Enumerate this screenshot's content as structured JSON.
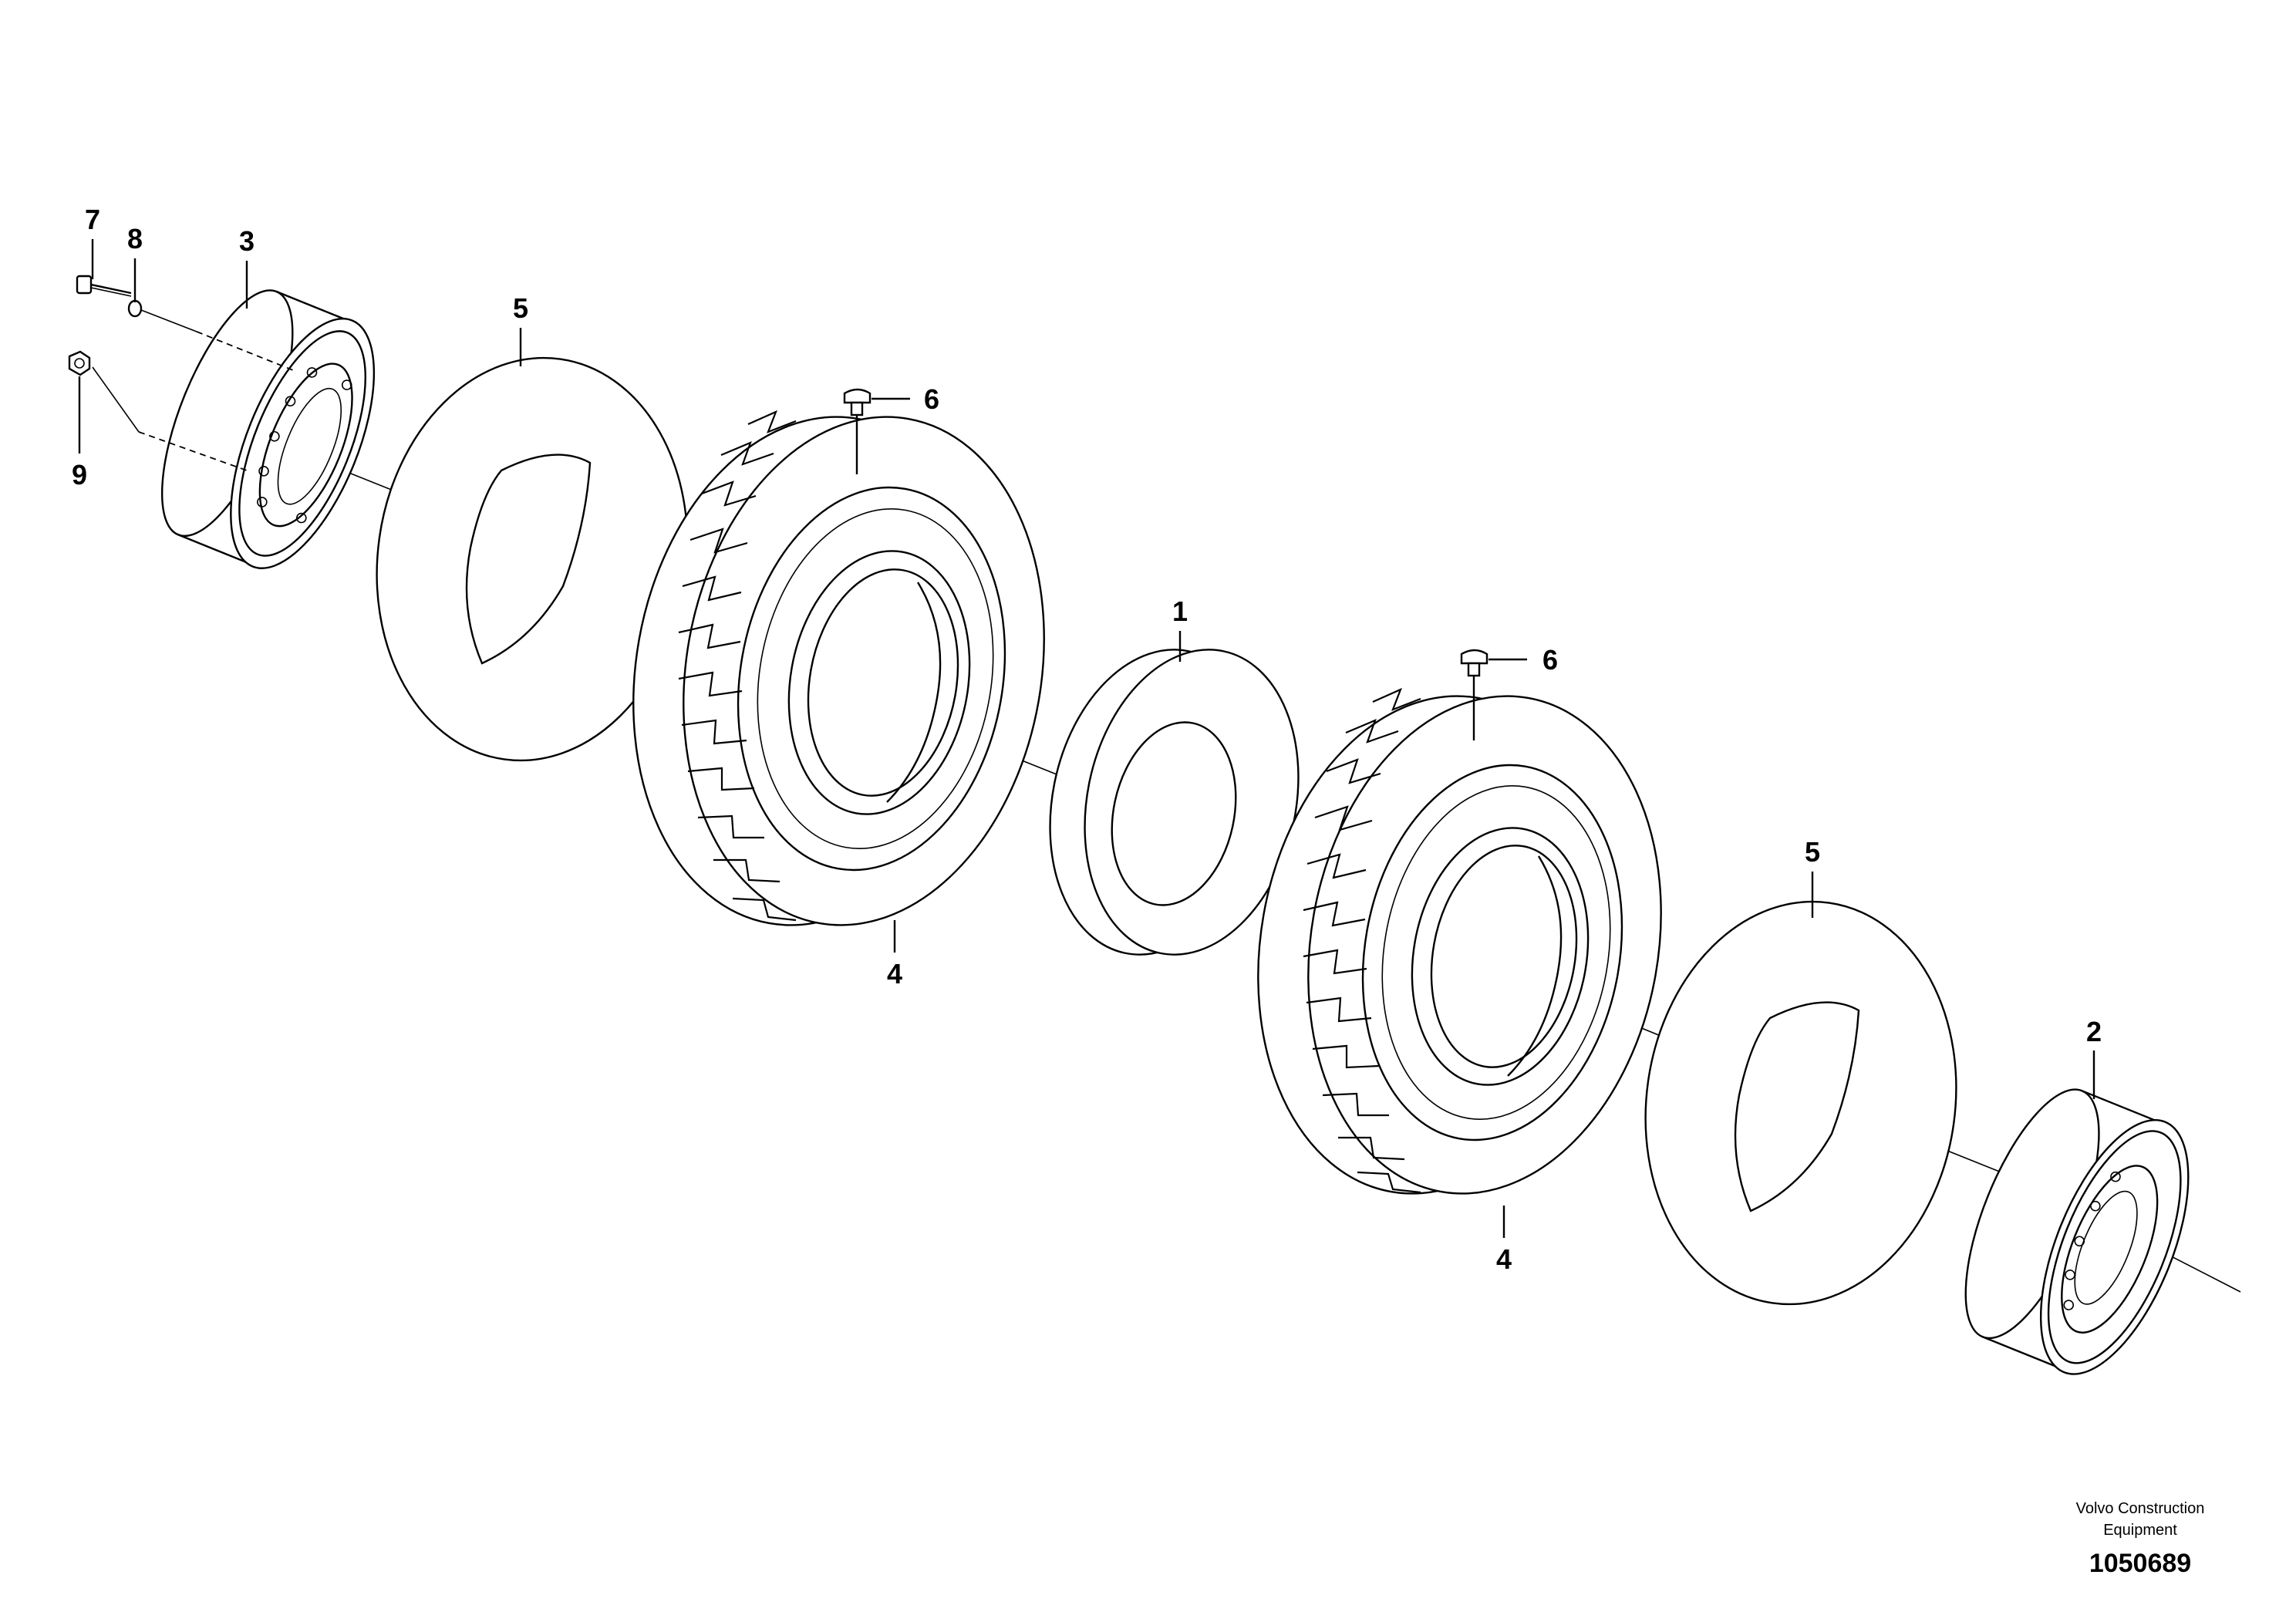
{
  "callouts": {
    "c1": "1",
    "c2": "2",
    "c3": "3",
    "c4a": "4",
    "c4b": "4",
    "c5a": "5",
    "c5b": "5",
    "c6a": "6",
    "c6b": "6",
    "c7": "7",
    "c8": "8",
    "c9": "9"
  },
  "credit": {
    "line1": "Volvo Construction",
    "line2": "Equipment"
  },
  "document_number": "1050689"
}
